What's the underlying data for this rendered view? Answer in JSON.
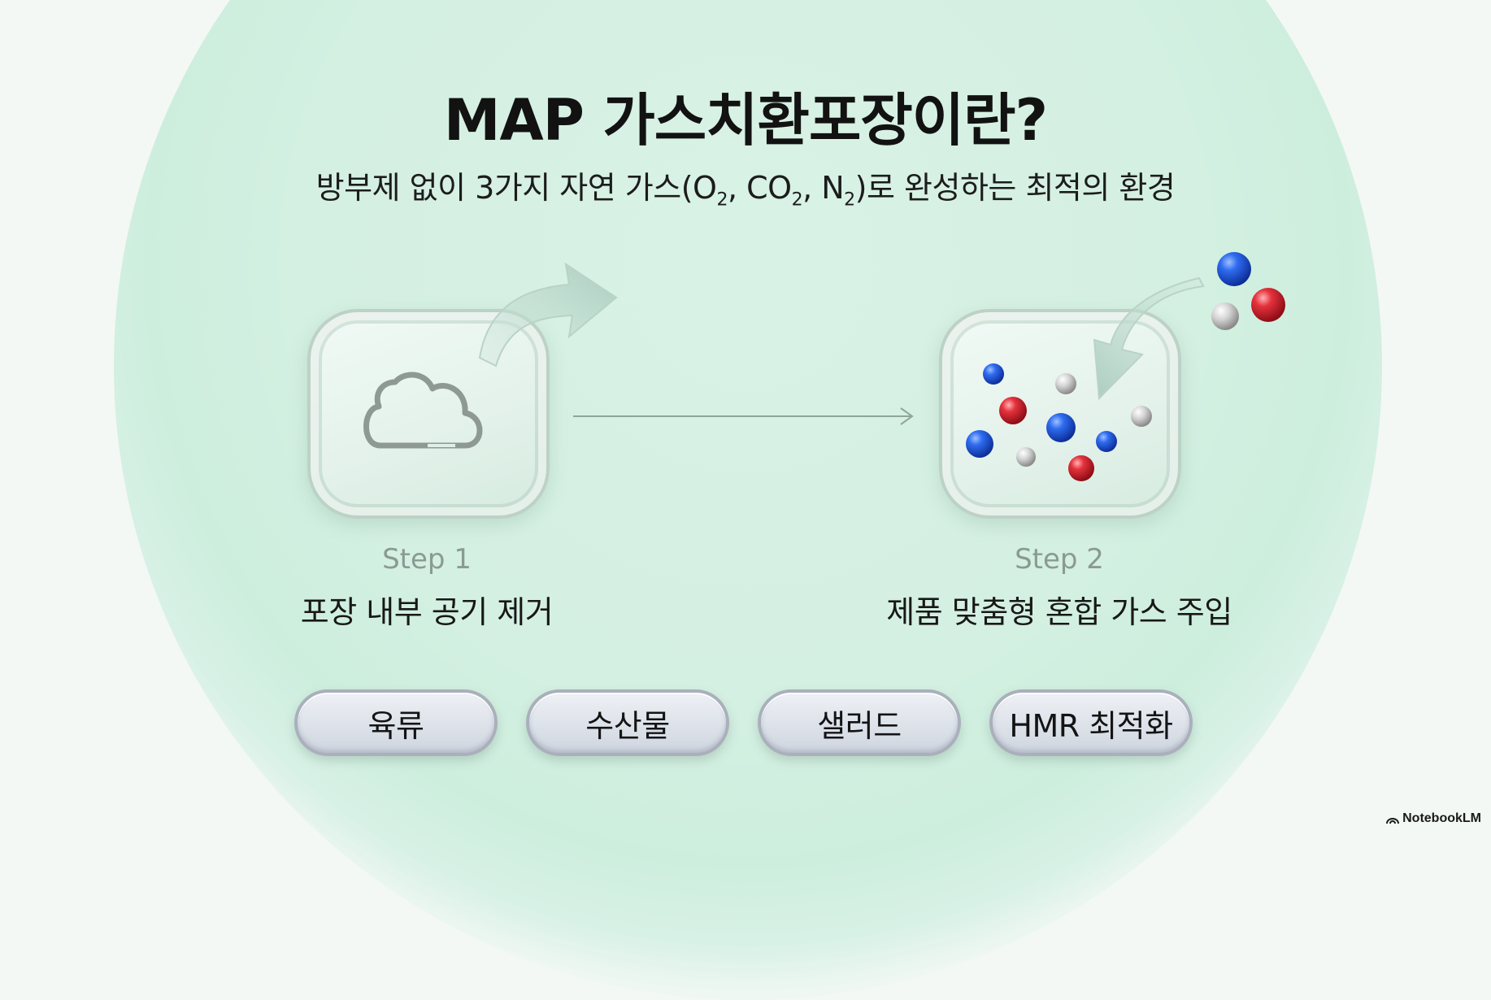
{
  "title": "MAP 가스치환포장이란?",
  "subtitle": {
    "before": "방부제 없이 3가지 자연 가스(O",
    "sub1": "2",
    "mid1": ", CO",
    "sub2": "2",
    "mid2": ", N",
    "sub3": "2",
    "after": ")로 완성하는 최적의 환경"
  },
  "steps": [
    {
      "label": "Step 1",
      "desc": "포장 내부 공기 제거",
      "icon": "cloud-icon"
    },
    {
      "label": "Step 2",
      "desc": "제품 맞춤형 혼합 가스 주입",
      "icon": "gas-molecules-icon"
    }
  ],
  "applications": [
    "육류",
    "수산물",
    "샐러드",
    "HMR 최적화"
  ],
  "watermark": "NotebookLM",
  "colors": {
    "oxygen_ball": "#1f55d6",
    "co2_ball": "#d81f2e",
    "nitrogen_ball": "#c8c8c8",
    "background_circle": "#d4f0e2"
  }
}
